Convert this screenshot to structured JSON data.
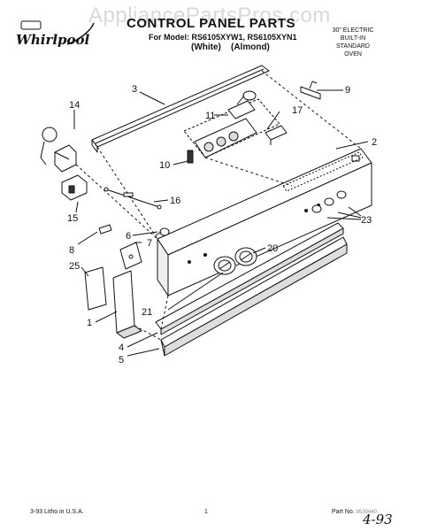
{
  "watermark": "AppliancePartsPros.com",
  "brand": "Whirlpool",
  "title": "CONTROL PANEL PARTS",
  "subtitle": "For Model: RS6105XYW1, RS6105XYN1",
  "colors": {
    "white": "(White)",
    "almond": "(Almond)"
  },
  "oven_description": [
    "30\" ELECTRIC",
    "BUILT-IN",
    "STANDARD",
    "OVEN"
  ],
  "footer": {
    "litho": "3-93 Litho in U.S.A.",
    "page": "1",
    "part_label": "Part No.",
    "part_number": "8530440",
    "date": "4-93"
  },
  "callouts": {
    "c1": "1",
    "c2": "2",
    "c3": "3",
    "c4": "4",
    "c5": "5",
    "c6": "6",
    "c7": "7",
    "c8": "8",
    "c9": "9",
    "c10": "10",
    "c11": "11",
    "c14": "14",
    "c15": "15",
    "c16": "16",
    "c17": "17",
    "c20": "20",
    "c21": "21",
    "c23": "23",
    "c25": "25"
  },
  "line_color": "#111111",
  "watermark_color": "#d9d9d9"
}
